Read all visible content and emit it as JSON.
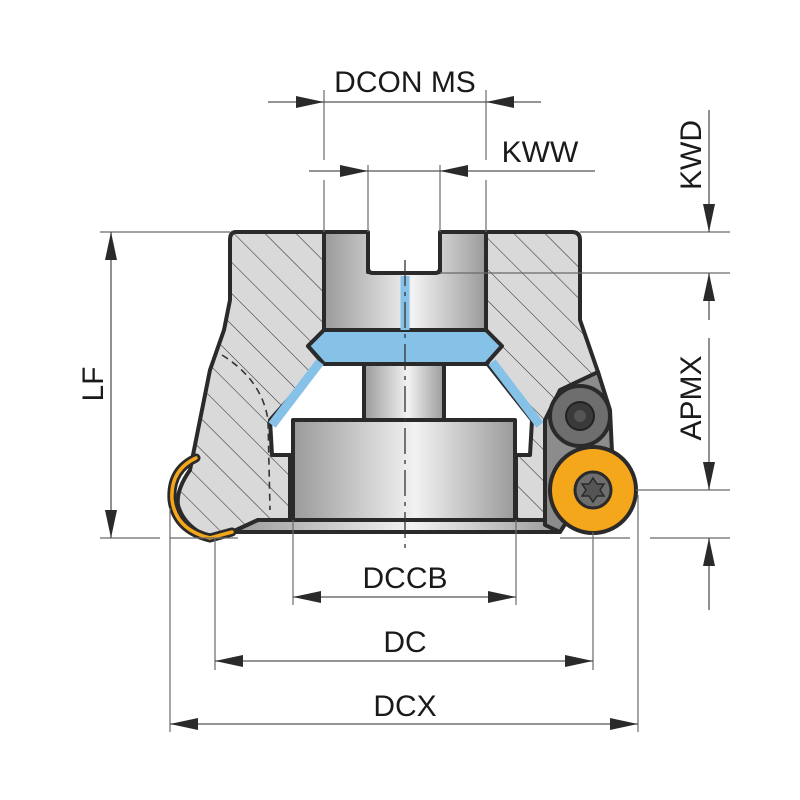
{
  "title": "Face milling cutter dimension drawing",
  "labels": {
    "dcon_ms": "DCON MS",
    "kww": "KWW",
    "kwd": "KWD",
    "lf": "LF",
    "apmx": "APMX",
    "dccb": "DCCB",
    "dc": "DC",
    "dcx": "DCX"
  },
  "colors": {
    "body_gray": "#d9d9d9",
    "outline": "#2a2a2a",
    "coolant_blue": "#86c1e8",
    "insert_orange": "#f4a71a",
    "clamp_gray": "#6e6e6e",
    "background": "#ffffff"
  }
}
